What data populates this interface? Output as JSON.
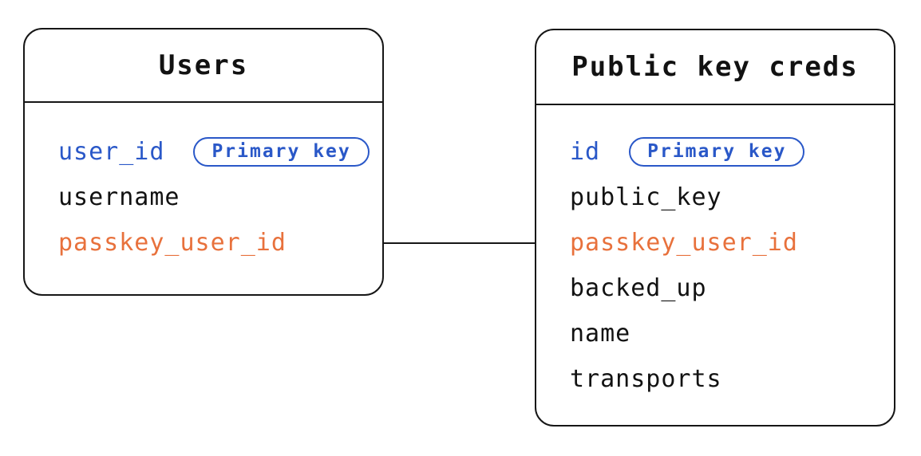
{
  "colors": {
    "primary_key": "#2a58c8",
    "foreign_key": "#e8713c",
    "text": "#121212",
    "border": "#161616",
    "background": "#ffffff"
  },
  "tables": [
    {
      "name": "Users",
      "fields": [
        {
          "name": "user_id",
          "badge": "Primary key"
        },
        {
          "name": "username"
        },
        {
          "name": "passkey_user_id"
        }
      ]
    },
    {
      "name": "Public key creds",
      "fields": [
        {
          "name": "id",
          "badge": "Primary key"
        },
        {
          "name": "public_key"
        },
        {
          "name": "passkey_user_id"
        },
        {
          "name": "backed_up"
        },
        {
          "name": "name"
        },
        {
          "name": "transports"
        }
      ]
    }
  ],
  "relationship": {
    "from_table": "Users",
    "from_field": "passkey_user_id",
    "to_table": "Public key creds",
    "to_field": "passkey_user_id"
  }
}
